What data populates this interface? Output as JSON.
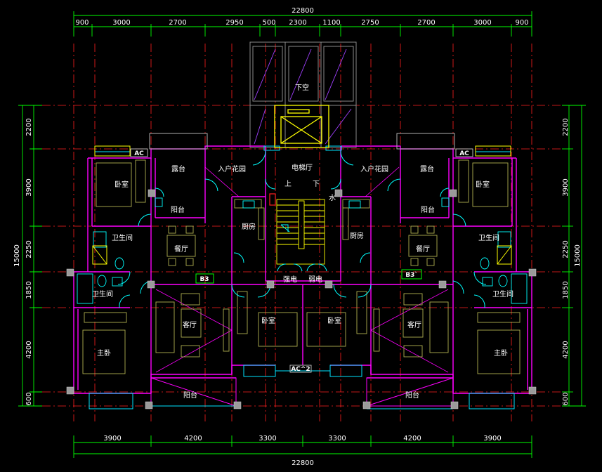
{
  "dims_top": {
    "total": "22800",
    "segments": [
      "900",
      "3000",
      "2700",
      "2950",
      "500",
      "2300",
      "1100",
      "2750",
      "2700",
      "3000",
      "900"
    ]
  },
  "dims_bottom": {
    "total": "22800",
    "segments": [
      "3900",
      "4200",
      "3300",
      "3300",
      "4200",
      "3900"
    ]
  },
  "dims_left": {
    "total": "15000",
    "segments": [
      "2200",
      "3900",
      "2250",
      "1850",
      "4200",
      "600"
    ]
  },
  "dims_right": {
    "total": "15000",
    "segments": [
      "2200",
      "3900",
      "2250",
      "1850",
      "4200",
      "600"
    ]
  },
  "rooms": {
    "void": "下空",
    "elevator_hall": "电梯厅",
    "up": "上",
    "down": "下",
    "water": "水",
    "strong_elec": "强电",
    "weak_elec": "弱电",
    "terrace_l": "露台",
    "terrace_r": "露台",
    "garden_l": "入户花园",
    "garden_r": "入户花园",
    "bedroom_l": "卧室",
    "bedroom_r": "卧室",
    "balcony_l": "阳台",
    "balcony_r": "阳台",
    "kitchen_l": "厨房",
    "kitchen_r": "厨房",
    "dining_l": "餐厅",
    "dining_r": "餐厅",
    "bath1_l": "卫生间",
    "bath1_r": "卫生间",
    "bath2_l": "卫生间",
    "bath2_r": "卫生间",
    "living_l": "客厅",
    "living_r": "客厅",
    "bedroom_cl": "卧室",
    "bedroom_cr": "卧室",
    "master_l": "主卧",
    "master_r": "主卧",
    "balcony_bl": "阳台",
    "balcony_br": "阳台"
  },
  "tags": {
    "ac_l": "AC",
    "ac_r": "AC",
    "ac_c": "AC^2",
    "b3_l": "B3",
    "b3_r": "B3`"
  },
  "colors": {
    "background": "#000000",
    "wall": "#ff00ff",
    "axis": "#ff0000",
    "dimension": "#00ff00",
    "furniture": "#b0b050",
    "fixture": "#00ffff",
    "room_text": "#ffffff"
  }
}
